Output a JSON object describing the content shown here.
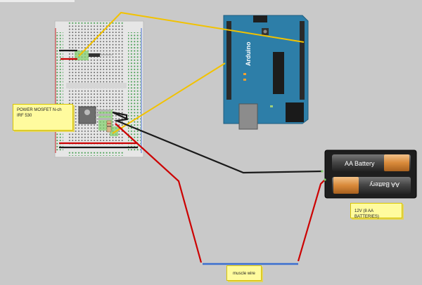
{
  "labels": {
    "mosfet_note_line1": "POWER MOSFET N-ch",
    "mosfet_note_line2": "IRF 530",
    "battery_note": "12V (8 AA BATTERIES)",
    "wire_note": "muscle wire",
    "arduino_brand": "Arduino",
    "battery_cell_1": "AA Battery",
    "battery_cell_2": "AA Battery"
  },
  "colors": {
    "background": "#c9c9c9",
    "breadboard": "#e8e8e8",
    "arduino_board": "#2d7ea8",
    "wire_red": "#cc0000",
    "wire_black": "#1a1a1a",
    "wire_yellow": "#f2c200",
    "wire_blue": "#3b6fd0",
    "note_fill": "#fffb9e"
  }
}
